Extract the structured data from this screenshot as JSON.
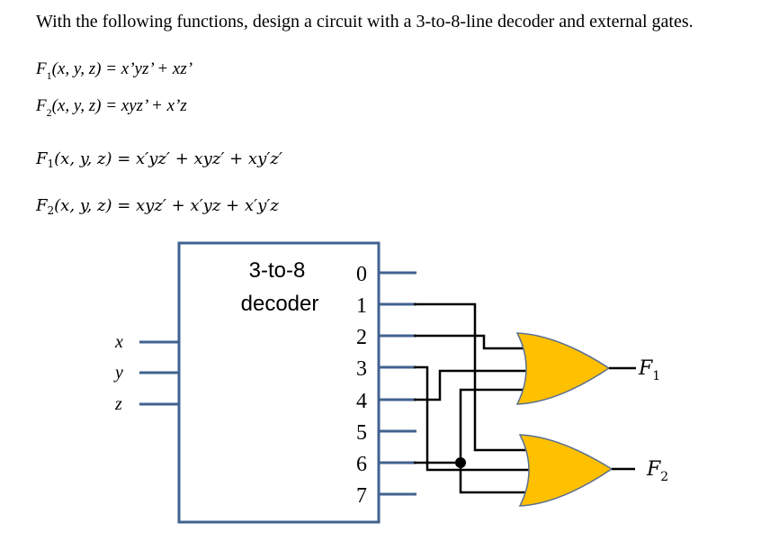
{
  "prompt": "With the following functions, design a circuit with a 3-to-8-line decoder and external gates.",
  "given_functions": [
    {
      "name": "F",
      "sub": "1",
      "expr": "(x, y, z) = x’yz’ + xz’"
    },
    {
      "name": "F",
      "sub": "2",
      "expr": "(x, y, z) = xyz’ + x’z"
    }
  ],
  "expanded_functions": [
    {
      "name": "F",
      "sub": "1",
      "expr": "(x, y, z) = x′yz′ + xyz′ + xy′z′"
    },
    {
      "name": "F",
      "sub": "2",
      "expr": "(x, y, z) = xyz′ + x′yz + x′y′z"
    }
  ],
  "diagram": {
    "decoder_label_line1": "3-to-8",
    "decoder_label_line2": "decoder",
    "inputs": [
      "x",
      "y",
      "z"
    ],
    "outputs": [
      "0",
      "1",
      "2",
      "3",
      "4",
      "5",
      "6",
      "7"
    ],
    "gate1": {
      "type": "OR",
      "inputs_from": [
        2,
        4,
        6
      ],
      "output_name": "F",
      "output_sub": "1"
    },
    "gate2": {
      "type": "OR",
      "inputs_from": [
        1,
        3,
        6
      ],
      "output_name": "F",
      "output_sub": "2"
    },
    "colors": {
      "decoder_stroke": "#41628f",
      "gate_fill": "#ffc000",
      "gate_stroke": "#5a6f8f",
      "wire": "#000000"
    }
  }
}
